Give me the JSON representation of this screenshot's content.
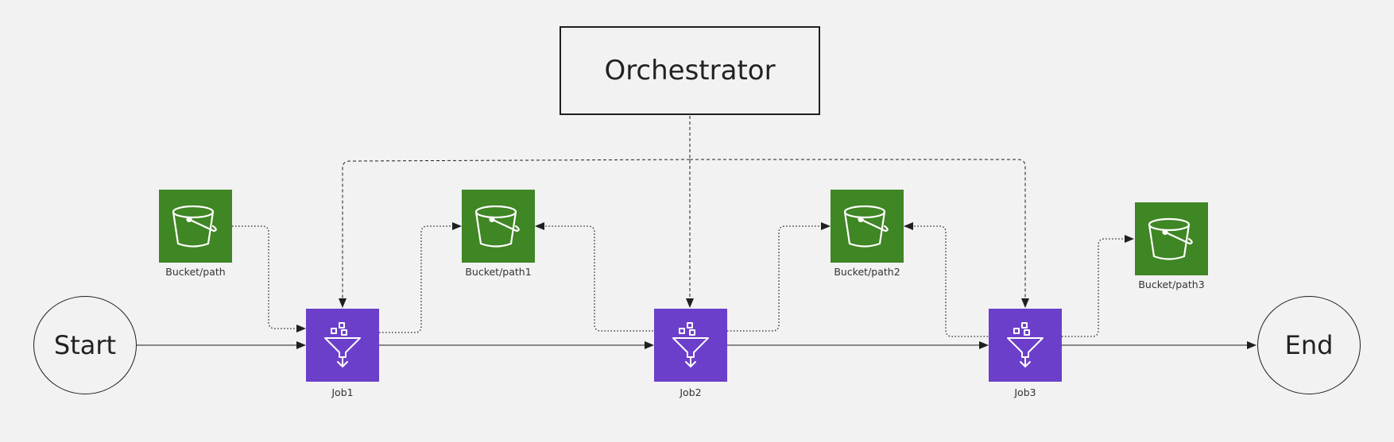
{
  "orchestrator": {
    "label": "Orchestrator"
  },
  "start": {
    "label": "Start"
  },
  "end": {
    "label": "End"
  },
  "buckets": [
    {
      "label": "Bucket/path",
      "icon": "bucket-icon",
      "color": "#3f8624"
    },
    {
      "label": "Bucket/path1",
      "icon": "bucket-icon",
      "color": "#3f8624"
    },
    {
      "label": "Bucket/path2",
      "icon": "bucket-icon",
      "color": "#3f8624"
    },
    {
      "label": "Bucket/path3",
      "icon": "bucket-icon",
      "color": "#3f8624"
    }
  ],
  "jobs": [
    {
      "label": "Job1",
      "icon": "funnel-icon",
      "color": "#6b3fc9"
    },
    {
      "label": "Job2",
      "icon": "funnel-icon",
      "color": "#6b3fc9"
    },
    {
      "label": "Job3",
      "icon": "funnel-icon",
      "color": "#6b3fc9"
    }
  ]
}
